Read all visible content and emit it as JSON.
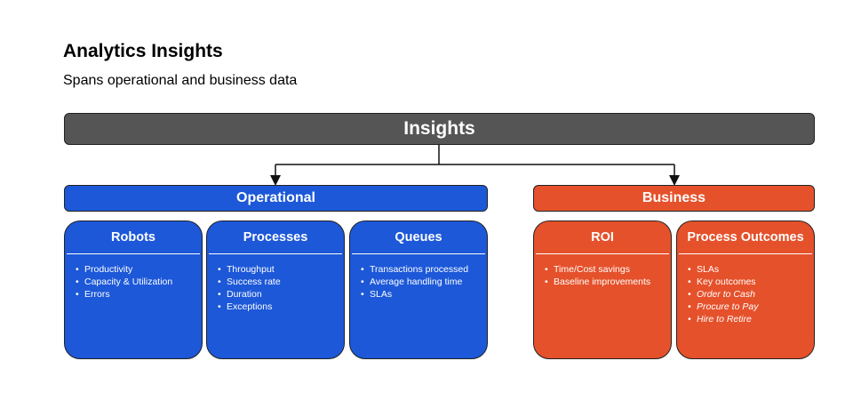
{
  "header": {
    "title": "Analytics Insights",
    "subtitle": "Spans operational and business data"
  },
  "insights_label": "Insights",
  "operational": {
    "label": "Operational",
    "color": "#1c58d8",
    "cards": [
      {
        "title": "Robots",
        "items": [
          "Productivity",
          "Capacity & Utilization",
          "Errors"
        ]
      },
      {
        "title": "Processes",
        "items": [
          "Throughput",
          "Success rate",
          "Duration",
          "Exceptions"
        ]
      },
      {
        "title": "Queues",
        "items": [
          "Transactions processed",
          "Average handling time",
          "SLAs"
        ]
      }
    ]
  },
  "business": {
    "label": "Business",
    "color": "#e5512b",
    "cards": [
      {
        "title": "ROI",
        "items": [
          "Time/Cost savings",
          "Baseline improvements"
        ]
      },
      {
        "title": "Process Outcomes",
        "items": [
          "SLAs",
          "Key outcomes",
          "Order to Cash",
          "Procure to Pay",
          "Hire to Retire"
        ]
      }
    ]
  }
}
